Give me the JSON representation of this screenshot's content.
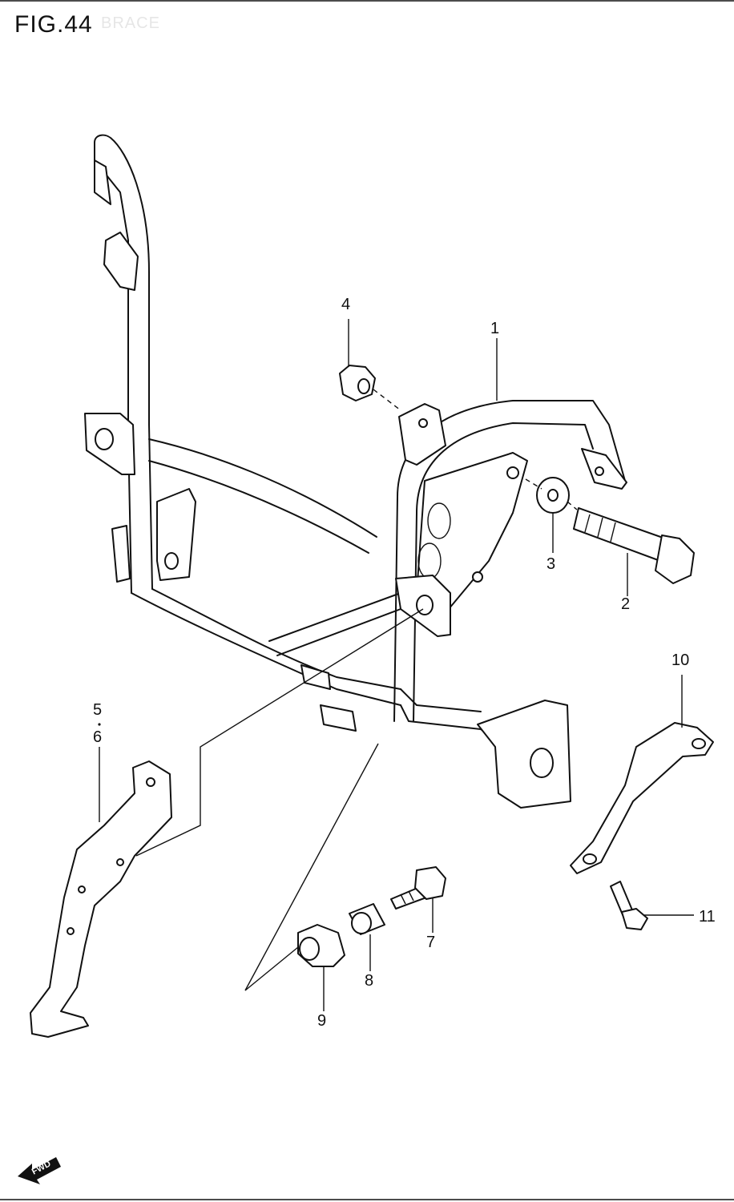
{
  "figure": {
    "title": "FIG.44",
    "subtitle": "BRACE"
  },
  "callouts": [
    {
      "id": "1",
      "label": "1"
    },
    {
      "id": "2",
      "label": "2"
    },
    {
      "id": "3",
      "label": "3"
    },
    {
      "id": "4",
      "label": "4"
    },
    {
      "id": "5",
      "label": "5"
    },
    {
      "id": "6",
      "label": "6"
    },
    {
      "id": "7",
      "label": "7"
    },
    {
      "id": "8",
      "label": "8"
    },
    {
      "id": "9",
      "label": "9"
    },
    {
      "id": "10",
      "label": "10"
    },
    {
      "id": "11",
      "label": "11"
    }
  ],
  "fwd_badge": {
    "label": "FWD"
  },
  "colors": {
    "ink": "#111111",
    "background": "#ffffff"
  }
}
